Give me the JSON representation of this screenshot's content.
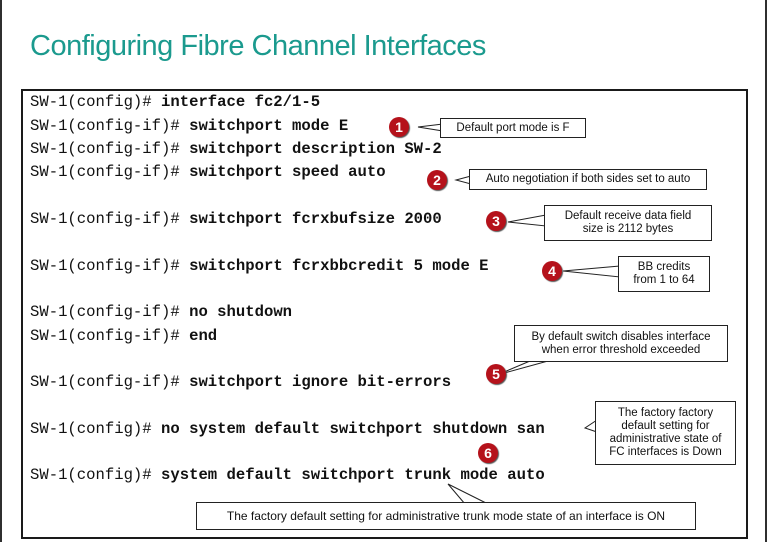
{
  "title": "Configuring Fibre Channel Interfaces",
  "lines": [
    {
      "prompt": "SW-1(config)# ",
      "cmd": "interface fc2/1-5"
    },
    {
      "prompt": "SW-1(config-if)# ",
      "cmd": "switchport mode E"
    },
    {
      "prompt": "SW-1(config-if)# ",
      "cmd": "switchport description SW-2"
    },
    {
      "prompt": "SW-1(config-if)# ",
      "cmd": "switchport speed auto"
    },
    {
      "prompt": "SW-1(config-if)# ",
      "cmd": "switchport fcrxbufsize 2000"
    },
    {
      "prompt": "SW-1(config-if)# ",
      "cmd": "switchport fcrxbbcredit 5 mode E"
    },
    {
      "prompt": "SW-1(config-if)# ",
      "cmd": "no shutdown"
    },
    {
      "prompt": "SW-1(config-if)# ",
      "cmd": "end"
    },
    {
      "prompt": "SW-1(config-if)# ",
      "cmd": "switchport ignore bit-errors"
    },
    {
      "prompt": "SW-1(config)# ",
      "cmd": "no system default switchport shutdown san"
    },
    {
      "prompt": "SW-1(config)# ",
      "cmd": "system default switchport trunk mode auto"
    }
  ],
  "badges": [
    "1",
    "2",
    "3",
    "4",
    "5",
    "6"
  ],
  "callouts": {
    "c1": "Default port mode is F",
    "c2": "Auto negotiation if both sides set to auto",
    "c3a": "Default receive data field",
    "c3b": "size is 2112 bytes",
    "c4a": "BB credits",
    "c4b": "from 1 to 64",
    "c5a": "By default switch disables interface",
    "c5b": "when  error threshold exceeded",
    "c6a": "The factory factory",
    "c6b": "default setting for",
    "c6c": "administrative state of",
    "c6d": "FC interfaces is Down",
    "c7": "The factory default setting for administrative trunk mode state of an interface is ON"
  },
  "colors": {
    "title": "#1b9a8e",
    "badge": "#b5121b"
  }
}
